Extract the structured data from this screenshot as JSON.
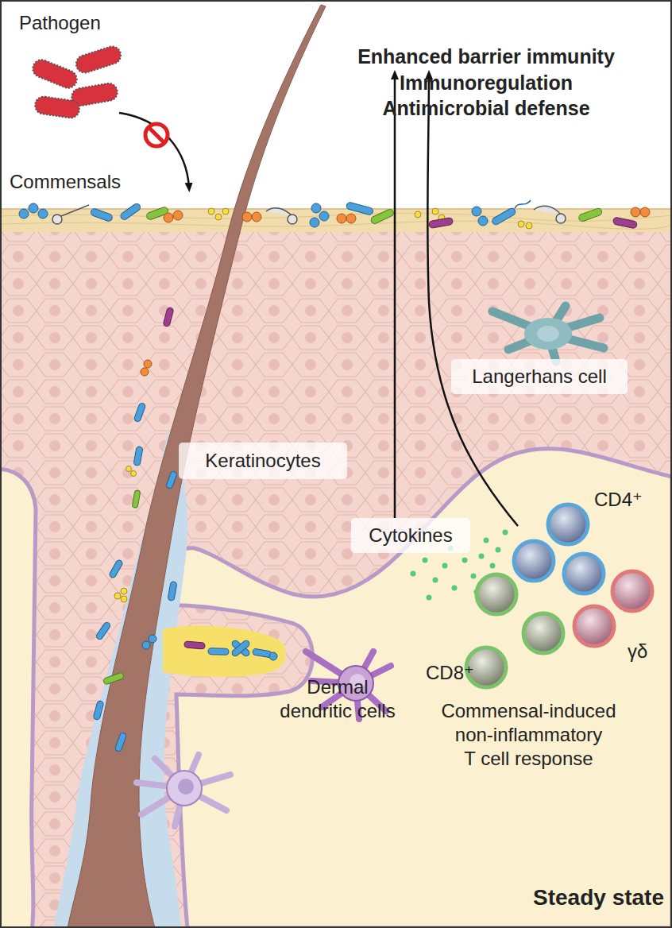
{
  "diagram": {
    "nodes": [
      {
        "text": [
          "Langerhans cell"
        ]
      },
      {
        "text": [
          "Keratinocytes"
        ]
      },
      {
        "text": [
          "Cytokines"
        ]
      }
    ],
    "labels": [
      "Pathogen",
      "Commensals",
      "Enhanced barrier immunity",
      "Immunoregulation",
      "Antimicrobial defense",
      "CD4⁺",
      "CD8⁺",
      "γδ",
      "Commensal-induced non-inflammatory T cell response",
      "Dermal dendritic cells",
      "Steady state"
    ]
  }
}
